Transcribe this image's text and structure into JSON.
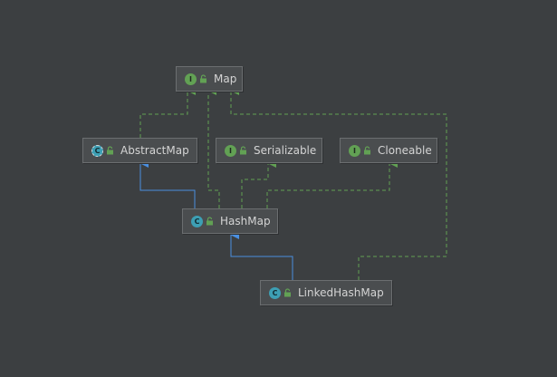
{
  "diagram": {
    "nodes": [
      {
        "id": "map",
        "label": "Map",
        "kind": "interface",
        "kind_letter": "I",
        "icon": "interface-icon"
      },
      {
        "id": "abstractmap",
        "label": "AbstractMap",
        "kind": "abstract-class",
        "kind_letter": "C",
        "icon": "abstract-class-icon"
      },
      {
        "id": "serializable",
        "label": "Serializable",
        "kind": "interface",
        "kind_letter": "I",
        "icon": "interface-icon"
      },
      {
        "id": "cloneable",
        "label": "Cloneable",
        "kind": "interface",
        "kind_letter": "I",
        "icon": "interface-icon"
      },
      {
        "id": "hashmap",
        "label": "HashMap",
        "kind": "class",
        "kind_letter": "C",
        "icon": "class-icon"
      },
      {
        "id": "linkedhashmap",
        "label": "LinkedHashMap",
        "kind": "class",
        "kind_letter": "C",
        "icon": "class-icon"
      }
    ],
    "edges": [
      {
        "from": "abstractmap",
        "to": "map",
        "type": "implements"
      },
      {
        "from": "hashmap",
        "to": "abstractmap",
        "type": "extends"
      },
      {
        "from": "hashmap",
        "to": "map",
        "type": "implements"
      },
      {
        "from": "hashmap",
        "to": "serializable",
        "type": "implements"
      },
      {
        "from": "hashmap",
        "to": "cloneable",
        "type": "implements"
      },
      {
        "from": "linkedhashmap",
        "to": "hashmap",
        "type": "extends"
      },
      {
        "from": "linkedhashmap",
        "to": "map",
        "type": "implements"
      }
    ],
    "colors": {
      "background": "#3c3f41",
      "implements_edge": "#62a154",
      "extends_edge": "#4a8fe0",
      "node_fill": "#4a4d4f",
      "node_border": "#6b6e70",
      "text": "#d4d4d4"
    }
  }
}
